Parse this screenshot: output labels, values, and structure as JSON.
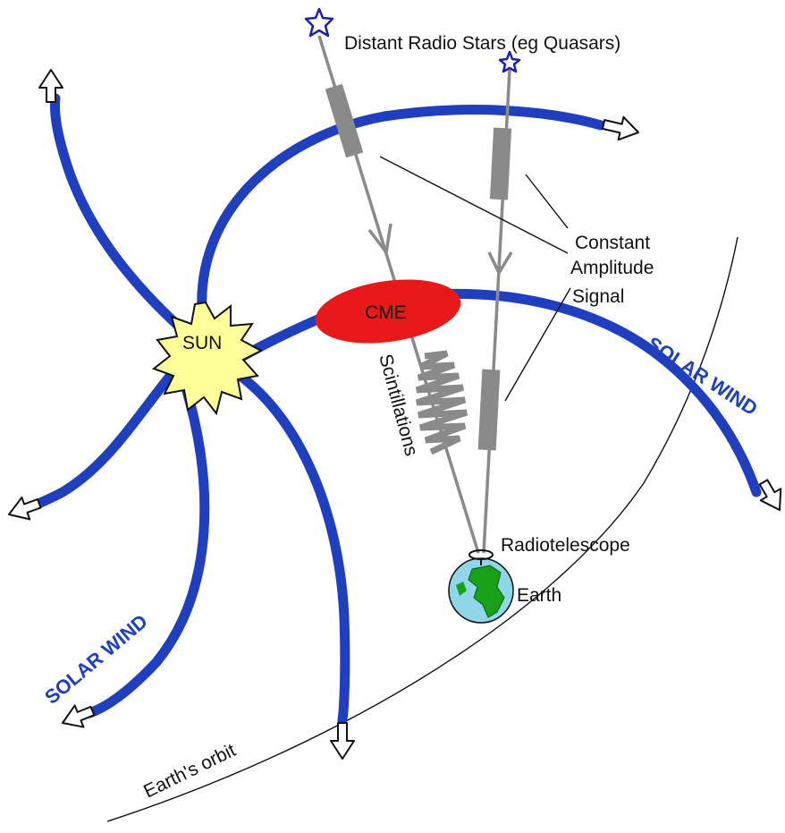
{
  "labels": {
    "sources": "Distant Radio Stars (eg Quasars)",
    "signal_line1": "Constant",
    "signal_line2": "Amplitude",
    "signal_line3": "Signal",
    "cme": "CME",
    "sun": "SUN",
    "scintillations": "Scintillations",
    "radiotelescope": "Radiotelescope",
    "earth": "Earth",
    "solar_wind_right": "SOLAR WIND",
    "solar_wind_left": "SOLAR WIND",
    "orbit": "Earth's orbit"
  },
  "colors": {
    "solar_wind": "#1f3fbf",
    "cme": "#e81919",
    "sun_fill": "#ffff99",
    "signal_path": "#8a8a8a",
    "star": "#1f1fa8",
    "earth_ocean": "#8fd6e8",
    "earth_land": "#19a019"
  },
  "icons": {
    "star": "star-icon",
    "earth": "earth-globe-icon",
    "radiotelescope": "radiotelescope-icon",
    "arrowhead": "hollow-arrow-icon"
  }
}
